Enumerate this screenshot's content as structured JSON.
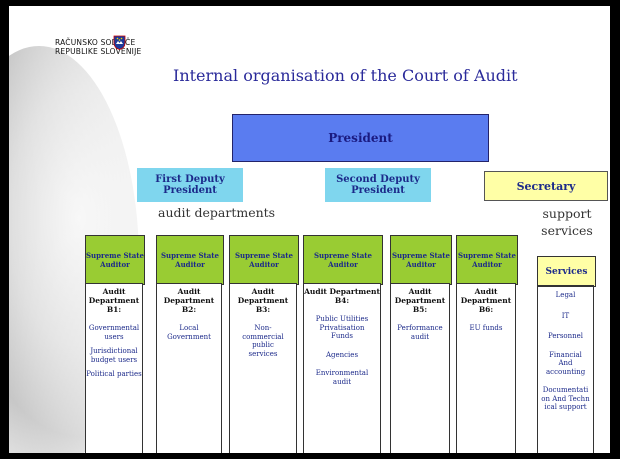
{
  "logo": {
    "line1": "RAČUNSKO SODIŠČE",
    "line2": "REPUBLIKE SLOVENIJE"
  },
  "title": "Internal organisation of the Court of Audit",
  "president": "President",
  "first_deputy": "First Deputy President",
  "second_deputy": "Second Deputy President",
  "secretary": "Secretary",
  "audit_departments_label": "audit departments",
  "support_services_label": "support services",
  "supreme_auditor_label": "Supreme State Auditor",
  "departments": [
    {
      "head": "Audit Department B1:",
      "items": [
        "Governmental users",
        "Jurisdictional budget users",
        "Political parties"
      ]
    },
    {
      "head": "Audit Department B2:",
      "items": [
        "Local Government"
      ]
    },
    {
      "head": "Audit Department B3:",
      "items": [
        "Non-commercial public services"
      ]
    },
    {
      "head": "Audit Department B4:",
      "items": [
        "Public Utilities Privatisation Funds",
        "Agencies",
        "Environmental audit"
      ]
    },
    {
      "head": "Audit Department B5:",
      "items": [
        "Performance audit"
      ]
    },
    {
      "head": "Audit Department B6:",
      "items": [
        "EU funds"
      ]
    }
  ],
  "services": {
    "head": "Services",
    "items": [
      "Legal",
      "IT",
      "Personnel",
      "Financial And accounting",
      "Documentation And Technical support"
    ]
  },
  "colors": {
    "president": "#5a7cf0",
    "deputy": "#7fd6ee",
    "secretary": "#ffffa6",
    "auditor": "#99cc33"
  }
}
